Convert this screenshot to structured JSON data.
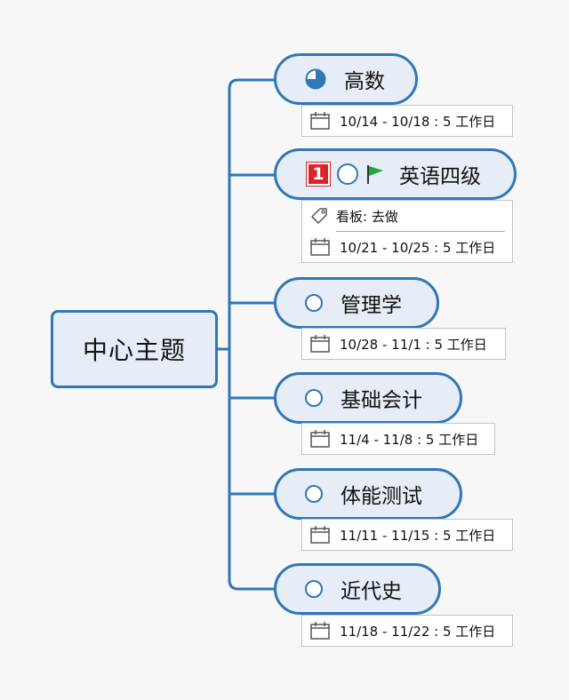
{
  "central_topic": "中心主题",
  "topics": [
    {
      "id": "gaoshu",
      "label": "高数",
      "status_icon": "quarter-progress-pie-icon",
      "date_range": "10/14 - 10/18 : 5 工作日"
    },
    {
      "id": "yingyu",
      "label": "英语四级",
      "priority": "1",
      "status_icon": "circle-icon",
      "flag_icon": "green-flag-icon",
      "tag_label": "看板: 去做",
      "date_range": "10/21 - 10/25 : 5 工作日"
    },
    {
      "id": "guanlixue",
      "label": "管理学",
      "status_icon": "circle-icon",
      "date_range": "10/28 - 11/1 : 5 工作日"
    },
    {
      "id": "kuaiji",
      "label": "基础会计",
      "status_icon": "circle-icon",
      "date_range": "11/4 - 11/8 : 5 工作日"
    },
    {
      "id": "tice",
      "label": "体能测试",
      "status_icon": "circle-icon",
      "date_range": "11/11 - 11/15 : 5 工作日"
    },
    {
      "id": "jindaishi",
      "label": "近代史",
      "status_icon": "circle-icon",
      "date_range": "11/18 - 11/22 : 5 工作日"
    }
  ],
  "colors": {
    "connector": "#2f77b7",
    "topic_fill": "#e6edf6",
    "priority_red": "#d7262b",
    "flag_green": "#22a53a"
  }
}
